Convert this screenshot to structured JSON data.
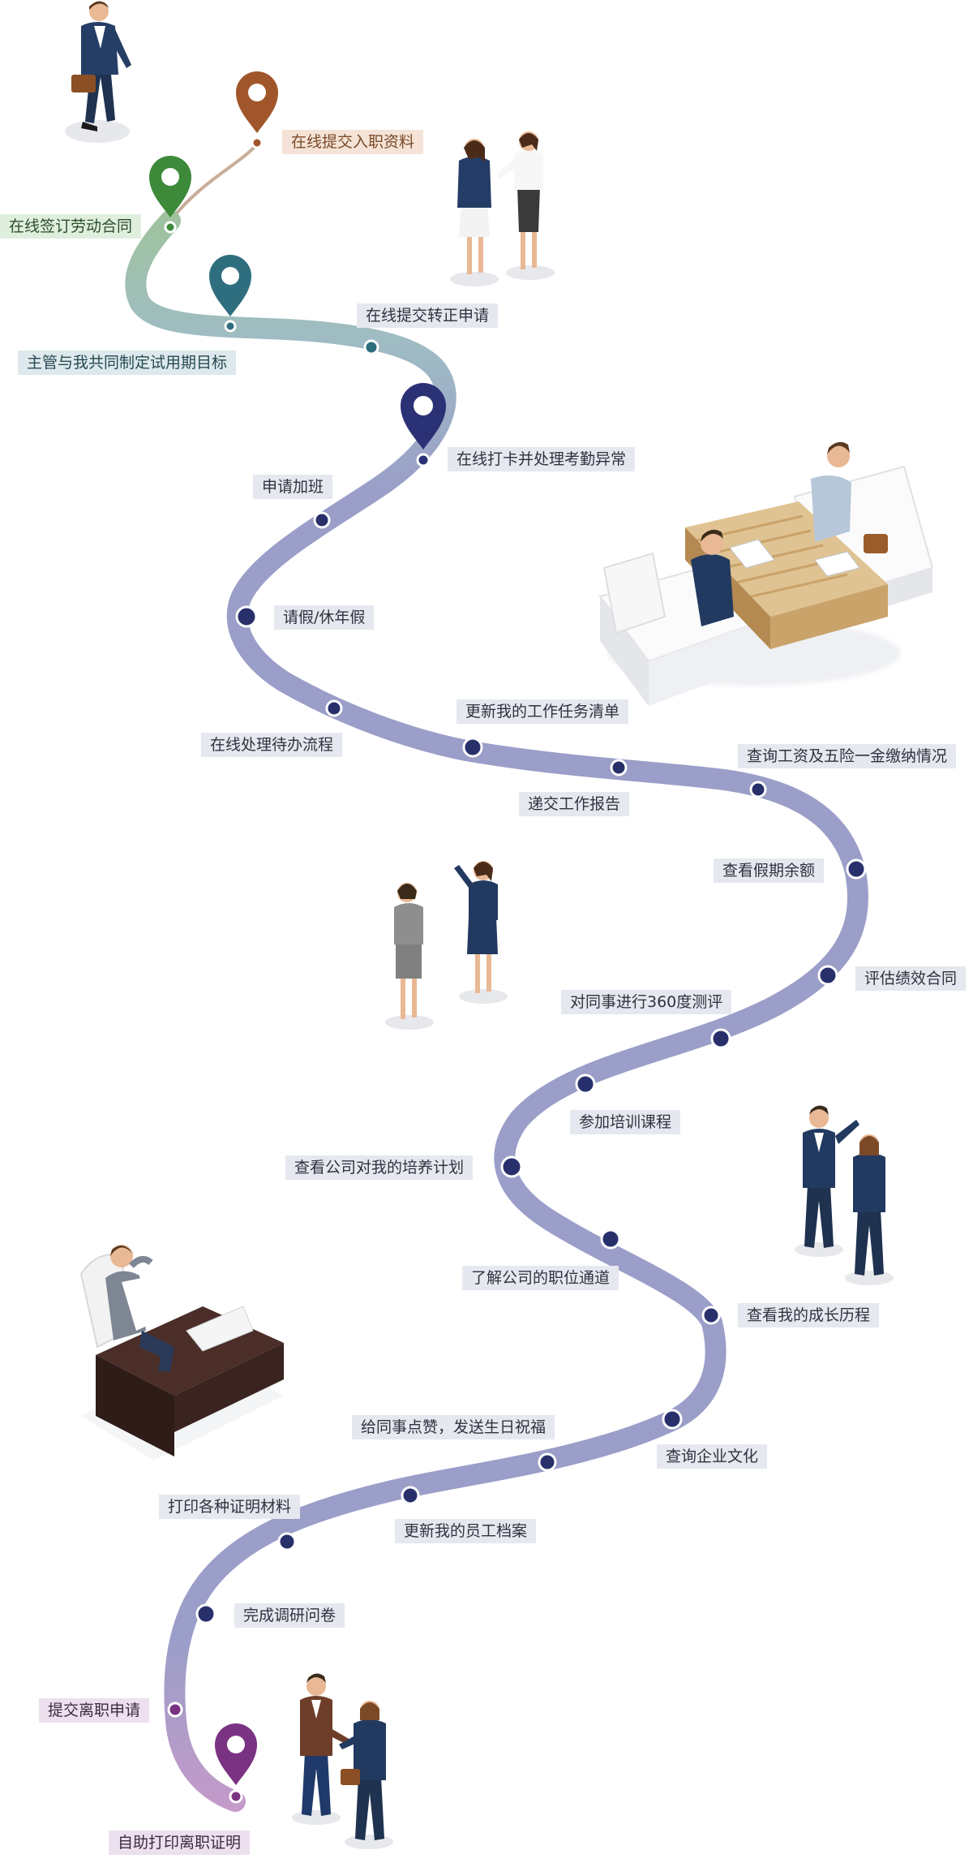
{
  "colors": {
    "road": "#9a9ec8",
    "dot": "#28306c",
    "pin_brown": "#a0562a",
    "pin_green": "#3d8a3a",
    "pin_teal": "#2f6e7e",
    "pin_navy": "#2b3175",
    "pin_purple": "#7a3282"
  },
  "steps": [
    {
      "id": "submit-onboarding",
      "label": "在线提交入职资料",
      "marker": "pin",
      "color": "brown"
    },
    {
      "id": "sign-contract",
      "label": "在线签订劳动合同",
      "marker": "pin",
      "color": "green"
    },
    {
      "id": "set-probation-goals",
      "label": "主管与我共同制定试用期目标",
      "marker": "pin",
      "color": "teal"
    },
    {
      "id": "submit-regularization",
      "label": "在线提交转正申请",
      "marker": "dot"
    },
    {
      "id": "clock-in",
      "label": "在线打卡并处理考勤异常",
      "marker": "pin",
      "color": "navy"
    },
    {
      "id": "overtime",
      "label": "申请加班",
      "marker": "dot"
    },
    {
      "id": "leave",
      "label": "请假/休年假",
      "marker": "dot"
    },
    {
      "id": "pending-flows",
      "label": "在线处理待办流程",
      "marker": "dot"
    },
    {
      "id": "task-list",
      "label": "更新我的工作任务清单",
      "marker": "dot"
    },
    {
      "id": "work-report",
      "label": "递交工作报告",
      "marker": "dot"
    },
    {
      "id": "salary-insurance",
      "label": "查询工资及五险一金缴纳情况",
      "marker": "dot"
    },
    {
      "id": "leave-balance",
      "label": "查看假期余额",
      "marker": "dot"
    },
    {
      "id": "performance-contract",
      "label": "评估绩效合同",
      "marker": "dot"
    },
    {
      "id": "peer-review",
      "label": "对同事进行360度测评",
      "marker": "dot"
    },
    {
      "id": "training",
      "label": "参加培训课程",
      "marker": "dot"
    },
    {
      "id": "development-plan",
      "label": "查看公司对我的培养计划",
      "marker": "dot"
    },
    {
      "id": "career-path",
      "label": "了解公司的职位通道",
      "marker": "dot"
    },
    {
      "id": "growth-history",
      "label": "查看我的成长历程",
      "marker": "dot"
    },
    {
      "id": "likes-birthday",
      "label": "给同事点赞，发送生日祝福",
      "marker": "dot"
    },
    {
      "id": "culture",
      "label": "查询企业文化",
      "marker": "dot"
    },
    {
      "id": "employee-file",
      "label": "更新我的员工档案",
      "marker": "dot"
    },
    {
      "id": "certificates",
      "label": "打印各种证明材料",
      "marker": "dot"
    },
    {
      "id": "survey",
      "label": "完成调研问卷",
      "marker": "dot"
    },
    {
      "id": "resignation",
      "label": "提交离职申请",
      "marker": "dot"
    },
    {
      "id": "leaving-certificate",
      "label": "自助打印离职证明",
      "marker": "pin",
      "color": "purple"
    }
  ]
}
